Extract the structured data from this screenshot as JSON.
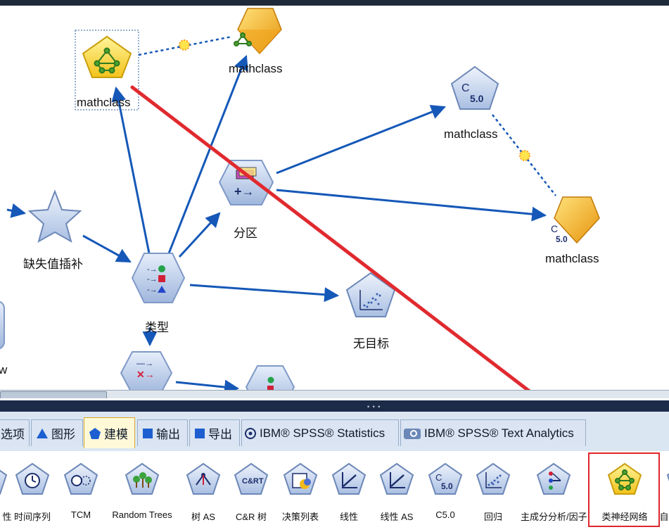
{
  "canvas": {
    "nodes": {
      "nn_model_top": "mathclass",
      "nn_nugget_top": "mathclass",
      "c50_model": "mathclass",
      "c50_nugget": "mathclass",
      "partition": "分区",
      "impute": "缺失值插补",
      "type": "类型",
      "unsupervised": "无目标",
      "left_edge_label": "w"
    }
  },
  "tabs": [
    {
      "label": "选项"
    },
    {
      "label": "图形"
    },
    {
      "label": "建模"
    },
    {
      "label": "输出"
    },
    {
      "label": "导出"
    },
    {
      "label": "IBM® SPSS® Statistics"
    },
    {
      "label": "IBM® SPSS® Text Analytics"
    }
  ],
  "palette": {
    "items": [
      {
        "label": "性"
      },
      {
        "label": "时间序列"
      },
      {
        "label": "TCM"
      },
      {
        "label": "Random Trees"
      },
      {
        "label": "树 AS"
      },
      {
        "label": "C&R 树"
      },
      {
        "label": "决策列表"
      },
      {
        "label": "线性"
      },
      {
        "label": "线性 AS"
      },
      {
        "label": "C5.0"
      },
      {
        "label": "回归"
      },
      {
        "label": "主成分分析/因子"
      },
      {
        "label": "类神经网络"
      },
      {
        "label": "自"
      }
    ]
  },
  "colors": {
    "highlight_box": "#e0262c",
    "annotation_line": "#e02a2f",
    "link_arrow": "#1558b8",
    "active_tab": "#fff9d8"
  }
}
